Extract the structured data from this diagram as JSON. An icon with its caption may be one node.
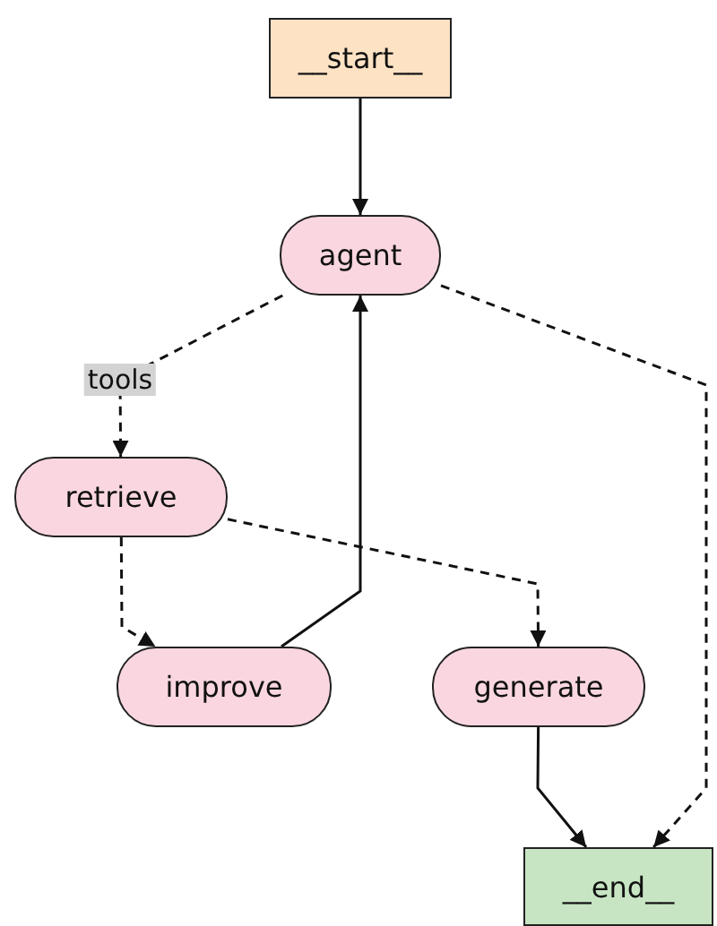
{
  "diagram": {
    "nodes": [
      {
        "text": [
          "__start__"
        ]
      },
      {
        "text": [
          "agent"
        ]
      },
      {
        "text": [
          "retrieve"
        ]
      },
      {
        "text": [
          "improve"
        ]
      },
      {
        "text": [
          "generate"
        ]
      },
      {
        "text": [
          "__end__"
        ]
      }
    ],
    "edges": [
      {
        "from": 0,
        "to": 1,
        "arrow": "to"
      },
      {
        "from": 1,
        "to": 2,
        "arrow": "to",
        "label": "tools",
        "style": "dashed"
      },
      {
        "from": 1,
        "to": 5,
        "arrow": "to",
        "style": "dashed"
      },
      {
        "from": 2,
        "to": 3,
        "arrow": "to",
        "style": "dashed"
      },
      {
        "from": 2,
        "to": 4,
        "arrow": "to",
        "style": "dashed"
      },
      {
        "from": 3,
        "to": 1,
        "arrow": "to"
      },
      {
        "from": 4,
        "to": 5,
        "arrow": "to"
      }
    ]
  }
}
